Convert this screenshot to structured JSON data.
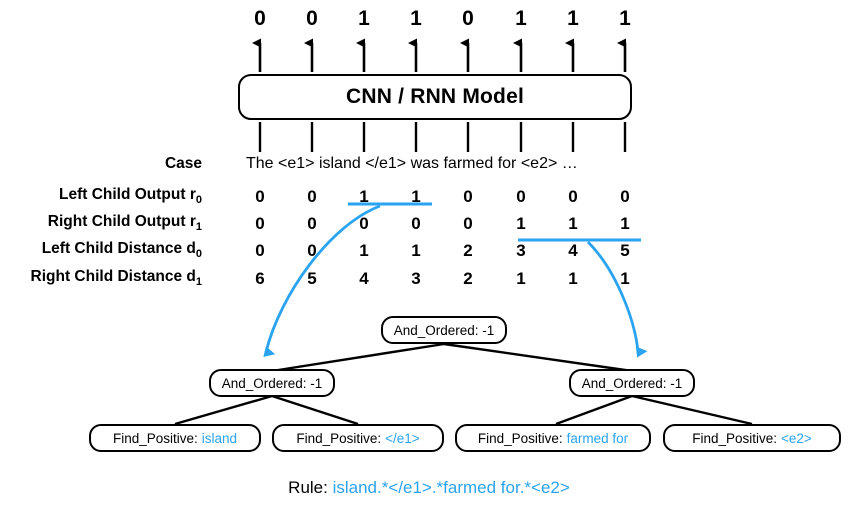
{
  "figure": {
    "title": "CNN / RNN Model tagging scheme with rule tree",
    "accent_blue": "#2aa3f0",
    "stroke_black": "#000000"
  },
  "model": {
    "label": "CNN / RNN Model"
  },
  "outputs": {
    "label": "model-output-bits",
    "bits": [
      "0",
      "0",
      "1",
      "1",
      "0",
      "1",
      "1",
      "1"
    ]
  },
  "case": {
    "label": "Case",
    "text": "The <e1> island </e1> was farmed for <e2> …",
    "tokens": [
      "The",
      "<e1>",
      "island",
      "</e1>",
      "was",
      "farmed",
      "for",
      "<e2>"
    ]
  },
  "feature_rows": [
    {
      "label_prefix": "Left Child Output r",
      "label_sub": "0",
      "values": [
        "0",
        "0",
        "1",
        "1",
        "0",
        "0",
        "0",
        "0"
      ]
    },
    {
      "label_prefix": "Right Child Output r",
      "label_sub": "1",
      "values": [
        "0",
        "0",
        "0",
        "0",
        "0",
        "1",
        "1",
        "1"
      ]
    },
    {
      "label_prefix": "Left Child Distance d",
      "label_sub": "0",
      "values": [
        "0",
        "0",
        "1",
        "1",
        "2",
        "3",
        "4",
        "5"
      ]
    },
    {
      "label_prefix": "Right Child Distance d",
      "label_sub": "1",
      "values": [
        "6",
        "5",
        "4",
        "3",
        "2",
        "1",
        "1",
        "1"
      ]
    }
  ],
  "highlights": [
    {
      "name": "left-span-underline",
      "row": "r0",
      "from_col": 3,
      "to_col": 4
    },
    {
      "name": "right-span-underline",
      "row": "r1",
      "from_col": 6,
      "to_col": 8
    }
  ],
  "tree": {
    "root": {
      "label": "And_Ordered: -1"
    },
    "mid_left": {
      "label": "And_Ordered: -1"
    },
    "mid_right": {
      "label": "And_Ordered: -1"
    },
    "leaves": [
      {
        "keyword": "Find_Positive:",
        "value": "island"
      },
      {
        "keyword": "Find_Positive:",
        "value": "</e1>"
      },
      {
        "keyword": "Find_Positive:",
        "value": "farmed for"
      },
      {
        "keyword": "Find_Positive:",
        "value": "<e2>"
      }
    ]
  },
  "rule": {
    "key": "Rule:",
    "value": "island.*</e1>.*farmed for.*<e2>"
  }
}
